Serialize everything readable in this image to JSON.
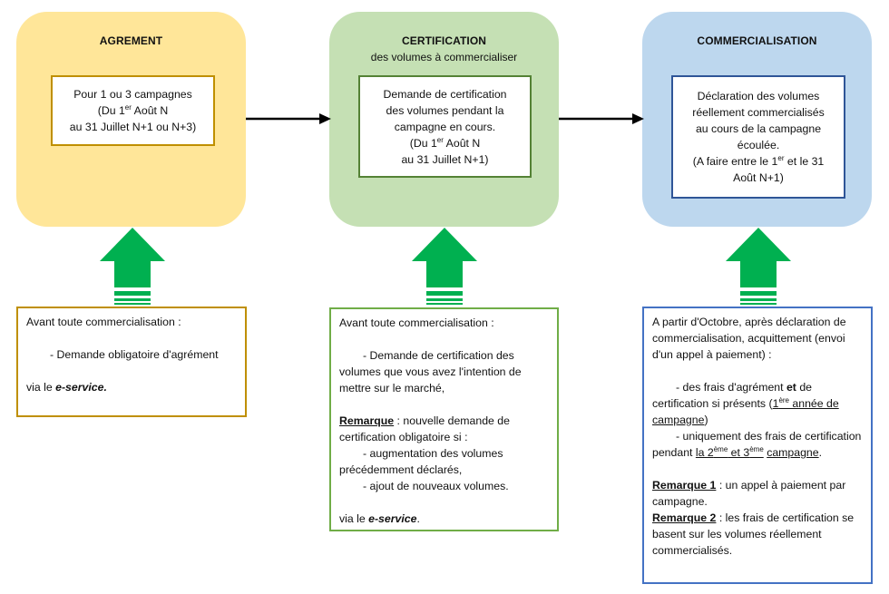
{
  "stages": [
    {
      "title": "AGREMENT",
      "subtitle": "",
      "box_lines": [
        {
          "pre": "Pour 1 ou 3 campagnes",
          "sup": "",
          "post": ""
        },
        {
          "pre": "(Du 1",
          "sup": "er",
          "post": " Août N"
        },
        {
          "pre": "au 31 Juillet N+1 ou N+3)",
          "sup": "",
          "post": ""
        }
      ]
    },
    {
      "title": "CERTIFICATION",
      "subtitle": "des volumes à commercialiser",
      "box_lines": [
        {
          "pre": "Demande de certification",
          "sup": "",
          "post": ""
        },
        {
          "pre": "des volumes pendant la",
          "sup": "",
          "post": ""
        },
        {
          "pre": "campagne en cours.",
          "sup": "",
          "post": ""
        },
        {
          "pre": "(Du 1",
          "sup": "er",
          "post": " Août N"
        },
        {
          "pre": "au 31 Juillet N+1)",
          "sup": "",
          "post": ""
        }
      ]
    },
    {
      "title": "COMMERCIALISATION",
      "subtitle": "",
      "box_lines": [
        {
          "pre": "Déclaration des volumes",
          "sup": "",
          "post": ""
        },
        {
          "pre": "réellement commercialisés",
          "sup": "",
          "post": ""
        },
        {
          "pre": "au cours de la campagne",
          "sup": "",
          "post": ""
        },
        {
          "pre": "écoulée.",
          "sup": "",
          "post": ""
        },
        {
          "pre": "(A faire entre le 1",
          "sup": "er",
          "post": " et le 31"
        },
        {
          "pre": "Août N+1)",
          "sup": "",
          "post": ""
        }
      ]
    }
  ],
  "notes": {
    "agrement": {
      "line1": "Avant toute commercialisation :",
      "line2": "- Demande obligatoire d'agrément",
      "via": "via le ",
      "eservice": "e-service."
    },
    "certification": {
      "line1": "Avant toute commercialisation :",
      "bullet1": "- Demande de certification des volumes que vous avez l'intention de mettre sur le marché,",
      "remarque_label": "Remarque",
      "remarque_text": " : nouvelle demande de certification obligatoire si :",
      "bullet2": "- augmentation des volumes précédemment déclarés,",
      "bullet3": "- ajout de nouveaux volumes.",
      "via": "via le ",
      "eservice": "e-service",
      "via_end": "."
    },
    "commercialisation": {
      "intro": "A partir d'Octobre, après déclaration de commercialisation, acquittement (envoi d'un appel à paiement) :",
      "b1_a": "- des frais d'agrément ",
      "b1_bold": "et",
      "b1_b": " de certification si présents (",
      "b1_u_pre": "1",
      "b1_u_sup": "ère",
      "b1_u_post": " année de campagne",
      "b1_end": ")",
      "b2_a": "- uniquement des frais de certification pendant ",
      "b2_u1_pre": "la 2",
      "b2_u1_sup": "ème",
      "b2_u1_mid": " et 3",
      "b2_u1_sup2": "ème",
      "b2_u2": "campagne",
      "b2_end": ".",
      "r1_label": "Remarque 1",
      "r1_text": " : un appel à paiement par campagne.",
      "r2_label": "Remarque 2",
      "r2_text": " : les frais de certification se basent sur les volumes réellement commercialisés."
    }
  },
  "colors": {
    "agrement_bg": "#FFE699",
    "agrement_border": "#BF8F00",
    "certification_bg": "#C5E0B4",
    "certification_border": "#548235",
    "commercialisation_bg": "#BDD7EE",
    "commercialisation_border": "#2F5597",
    "up_arrow": "#00B050",
    "connector": "#000000"
  }
}
